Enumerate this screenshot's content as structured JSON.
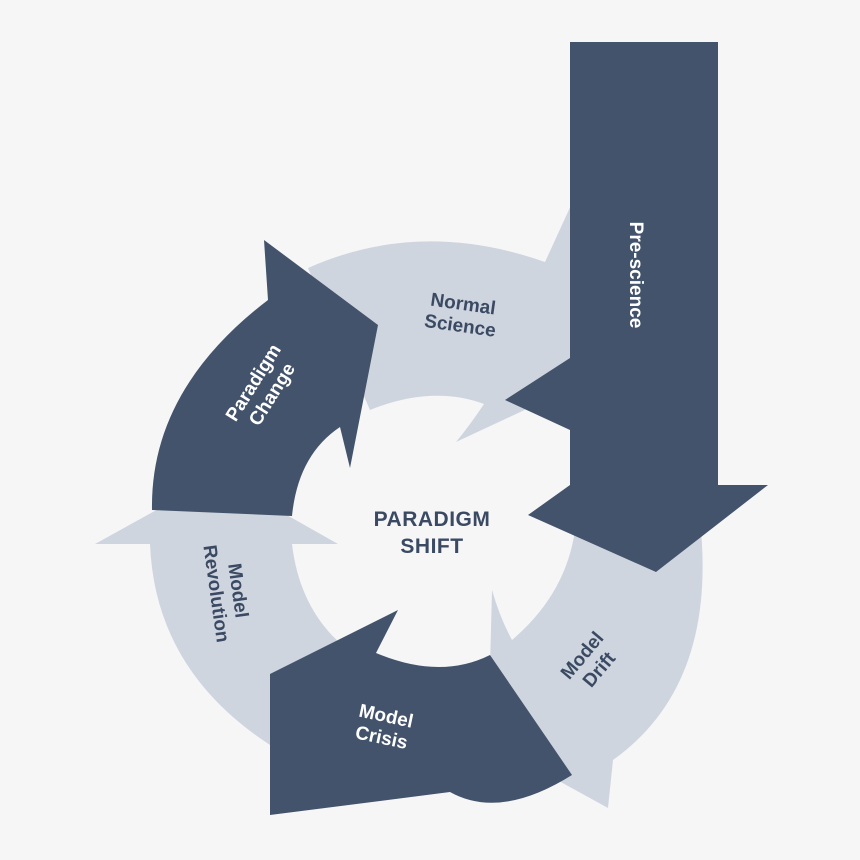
{
  "colors": {
    "background": "#f6f6f7",
    "dark": "#43536b",
    "light": "#cfd5df",
    "dark_text": "#ffffff",
    "light_text": "#3b4a63"
  },
  "center": {
    "line1": "PARADIGM",
    "line2": "SHIFT"
  },
  "stages": {
    "pre_science": {
      "line1": "Pre-science"
    },
    "normal_science": {
      "line1": "Normal",
      "line2": "Science"
    },
    "model_drift": {
      "line1": "Model",
      "line2": "Drift"
    },
    "model_crisis": {
      "line1": "Model",
      "line2": "Crisis"
    },
    "model_revolution": {
      "line1": "Model",
      "line2": "Revolution"
    },
    "paradigm_change": {
      "line1": "Paradigm",
      "line2": "Change"
    }
  }
}
